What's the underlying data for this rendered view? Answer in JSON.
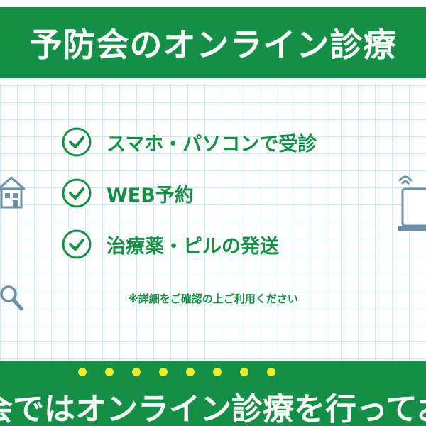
{
  "header": {
    "title": "予防会のオンライン診療"
  },
  "features": [
    {
      "label": "スマホ・パソコンで受診",
      "icon": "check-circle-icon"
    },
    {
      "label": "WEB予約",
      "icon": "check-circle-icon"
    },
    {
      "label": "治療薬・ピルの発送",
      "icon": "check-circle-icon"
    }
  ],
  "note": "※詳細をご確認の上ご利用ください",
  "footer": {
    "text": "会ではオンライン診療を行ってお",
    "dot_count": 8
  },
  "colors": {
    "brand_green": "#149046",
    "grid_line": "#cfe7ee",
    "dot_yellow": "#f3ec2a",
    "icon_blue": "#6e8fa8"
  },
  "side_icons": [
    "house-icon",
    "magnifier-icon",
    "laptop-icon"
  ]
}
